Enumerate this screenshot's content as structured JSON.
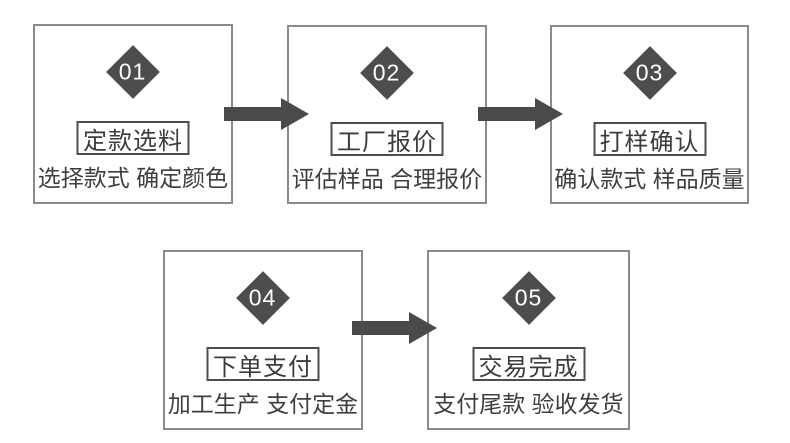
{
  "diagram": {
    "type": "process-flow",
    "background_color": "#ffffff",
    "box_border_color": "#8a8a8a",
    "badge_color": "#4d4d4f",
    "badge_text_color": "#ffffff",
    "title_border_color": "#4e4e4e",
    "text_color": "#3f3f3f",
    "arrow_color": "#4a4a4b",
    "steps": [
      {
        "number": "01",
        "title": "定款选料",
        "subtitle": "选择款式 确定颜色"
      },
      {
        "number": "02",
        "title": "工厂报价",
        "subtitle": "评估样品 合理报价"
      },
      {
        "number": "03",
        "title": "打样确认",
        "subtitle": "确认款式 样品质量"
      },
      {
        "number": "04",
        "title": "下单支付",
        "subtitle": "加工生产 支付定金"
      },
      {
        "number": "05",
        "title": "交易完成",
        "subtitle": "支付尾款 验收发货"
      }
    ],
    "arrows": [
      {
        "from": "01",
        "to": "02"
      },
      {
        "from": "02",
        "to": "03"
      },
      {
        "from": "04",
        "to": "05"
      }
    ]
  }
}
